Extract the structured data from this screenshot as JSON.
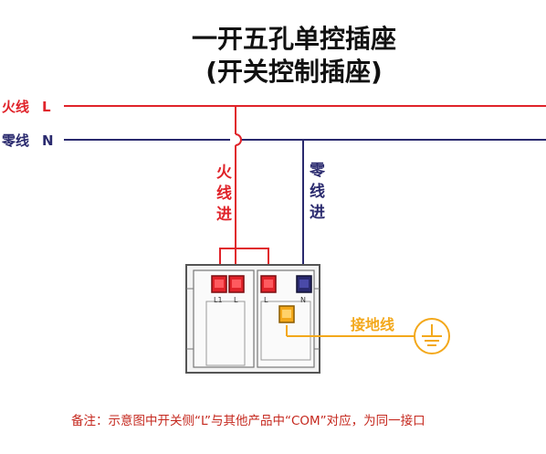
{
  "title": {
    "line1": "一开五孔单控插座",
    "line2": "(开关控制插座)"
  },
  "wires": {
    "live_label": "火线",
    "live_letter": "L",
    "neutral_label": "零线",
    "neutral_letter": "N",
    "live_in": [
      "火",
      "线",
      "进"
    ],
    "neutral_in": [
      "零",
      "线",
      "进"
    ],
    "ground_label": "接地线"
  },
  "terminals": {
    "l1": "L1",
    "l": "L",
    "socket_l": "L",
    "socket_n": "N"
  },
  "note": "备注：示意图中开关侧“L”与其他产品中“COM”对应，为同一接口",
  "colors": {
    "live": "#e0232a",
    "neutral": "#2a2a6e",
    "ground": "#f3a81b",
    "frame": "#555555",
    "note": "#c5291f"
  },
  "icons": [
    "ground-symbol-icon"
  ]
}
